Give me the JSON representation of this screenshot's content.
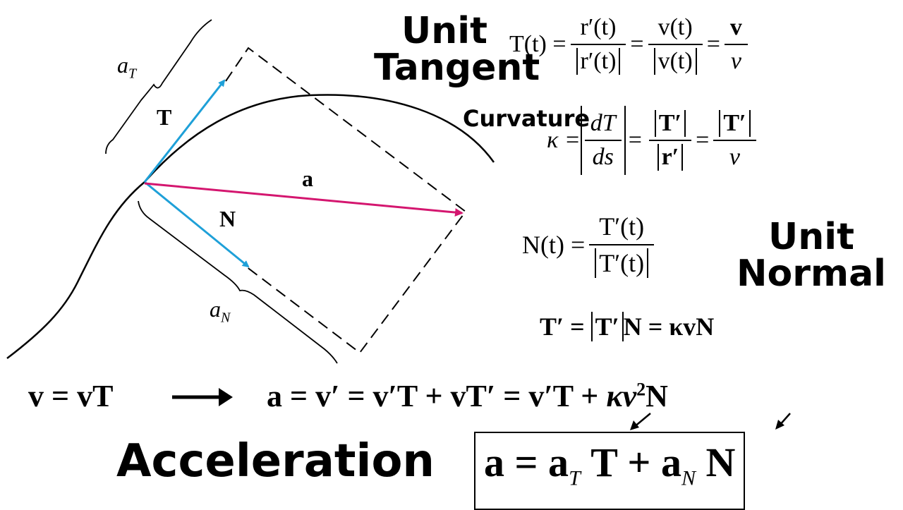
{
  "diagram": {
    "label_aT": "a",
    "label_aT_sub": "T",
    "label_T": "T",
    "label_a": "a",
    "label_N": "N",
    "label_aN": "a",
    "label_aN_sub": "N",
    "colors": {
      "tangent": "#1ea0d8",
      "normal": "#1ea0d8",
      "acceleration": "#d4166f",
      "curve": "#000000"
    }
  },
  "titles": {
    "unit_tangent_1": "Unit",
    "unit_tangent_2": "Tangent",
    "curvature": "Curvature",
    "unit_normal_1": "Unit",
    "unit_normal_2": "Normal",
    "acceleration": "Acceleration"
  },
  "formulas": {
    "T_lhs": "T(t) =",
    "T_f1_num": "r′(t)",
    "T_f1_den": "r′(t)",
    "eq": "=",
    "T_f2_num": "v(t)",
    "T_f2_den": "v(t)",
    "T_f3_num": "v",
    "T_f3_den": "v",
    "K_lhs": "κ =",
    "K_f1_num": "dT",
    "K_f1_den": "ds",
    "K_f2_num": "T′",
    "K_f2_den": "r′",
    "K_f3_num": "T′",
    "K_f3_den": "v",
    "N_lhs": "N(t) =",
    "N_num": "T′(t)",
    "N_den": "T′(t)",
    "Tprime_eq": "T′ = ",
    "Tprime_mid": "T′",
    "Tprime_rest": "N = κvN",
    "v_eq": "v = vT",
    "a_eq_1": "a = v′ = v′T + vT′ = v′T +",
    "a_eq_2": "κv",
    "a_eq_2_sup": "2",
    "a_eq_3": "N",
    "boxed": "a = a",
    "boxed_sub1": "T",
    "boxed_mid": "T + a",
    "boxed_sub2": "N",
    "boxed_end": "N"
  }
}
